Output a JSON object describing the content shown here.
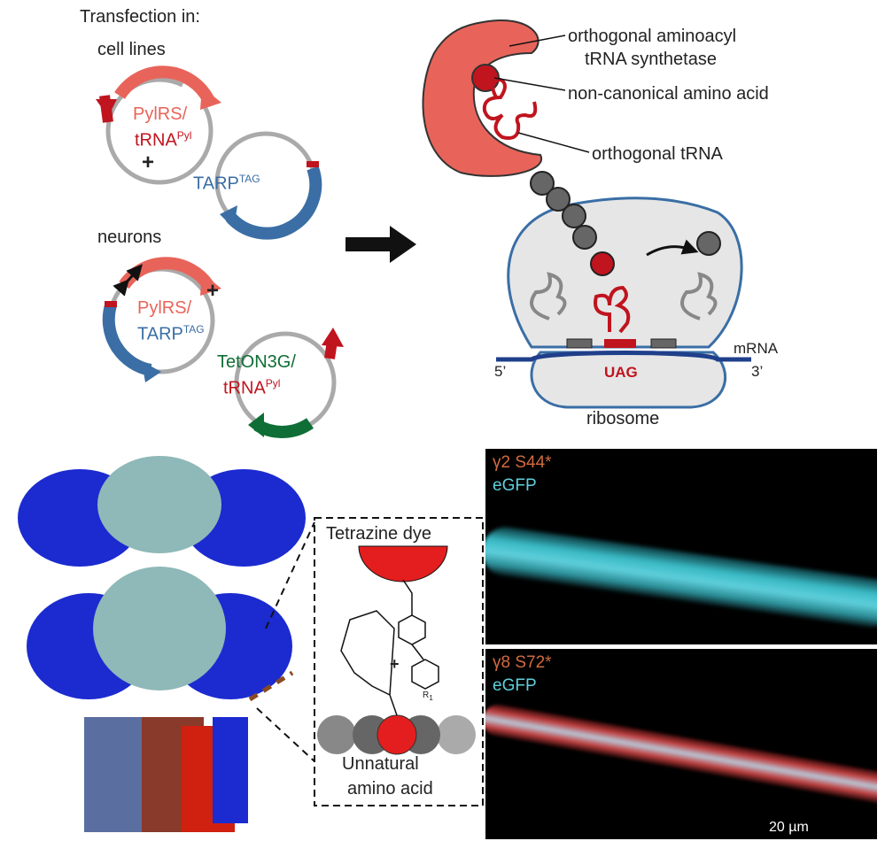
{
  "transfection": {
    "title": "Transfection in:",
    "cell_lines": {
      "label": "cell lines",
      "plasmid1_line1": "PylRS/",
      "plasmid1_line2": "tRNA",
      "plasmid1_line2_sup": "Pyl",
      "plus": "+",
      "plasmid2": "TARP",
      "plasmid2_sup": "TAG"
    },
    "neurons": {
      "label": "neurons",
      "plasmid1_line1": "PylRS/",
      "plasmid1_line2": "TARP",
      "plasmid1_line2_sup": "TAG",
      "plus": "+",
      "plasmid2_line1": "TetON3G/",
      "plasmid2_line2": "tRNA",
      "plasmid2_line2_sup": "Pyl"
    }
  },
  "legend": {
    "synthetase_line1": "orthogonal aminoacyl",
    "synthetase_line2": "tRNA synthetase",
    "ncaa": "non-canonical amino acid",
    "trna": "orthogonal tRNA"
  },
  "ribosome": {
    "mrna": "mRNA",
    "five_prime": "5’",
    "three_prime": "3’",
    "codon": "UAG",
    "label": "ribosome"
  },
  "chemistry": {
    "dye": "Tetrazine dye",
    "plus": "+",
    "r_group": "R",
    "r_sub": "1",
    "uaa_line1": "Unnatural",
    "uaa_line2": "amino acid"
  },
  "microscopy": {
    "top": {
      "label": "γ2 S44*",
      "channel": "eGFP"
    },
    "bottom": {
      "label": "γ8 S72*",
      "channel": "eGFP"
    },
    "scale": "20 µm"
  },
  "colors": {
    "salmon": "#e8645a",
    "darkred": "#c0141e",
    "blue": "#3a6ea5",
    "green": "#0f6e35",
    "cyan": "#5fd0dc"
  }
}
